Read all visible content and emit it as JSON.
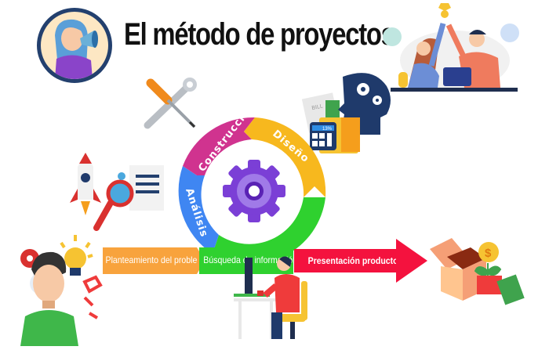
{
  "header": {
    "title": "El método de proyectos"
  },
  "cycle": {
    "stages": [
      {
        "label": "Construcción",
        "color": "#d0338f"
      },
      {
        "label": "Diseño",
        "color": "#f7b81e"
      },
      {
        "label": "Análisis",
        "color": "#3f86f2"
      },
      {
        "label": "",
        "color": "#2fd12f"
      }
    ],
    "center_icon": "gear-icon",
    "center_color": "#7b3fd6"
  },
  "steps": [
    {
      "label": "Planteamiento del problema",
      "color": "#f8a33d"
    },
    {
      "label": "Búsqueda de información",
      "color": "#2fd12f"
    },
    {
      "label": "Presentación producto final",
      "color": "#f4123e"
    }
  ],
  "illustrations": {
    "calculator_display": "13%",
    "bill_label": "BILL",
    "coin_symbol": "$"
  }
}
